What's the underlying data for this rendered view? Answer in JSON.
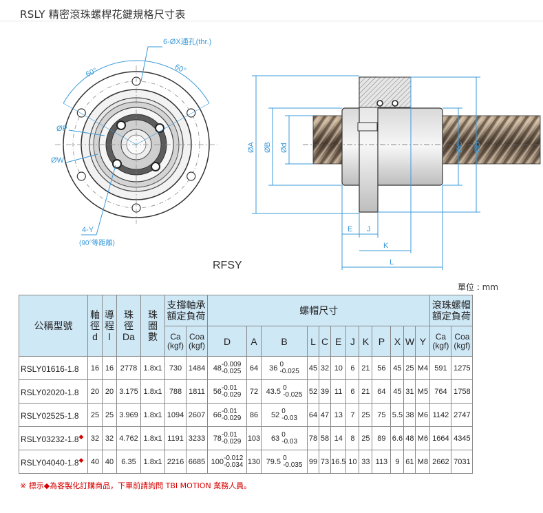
{
  "title": "RSLY 精密滾珠螺桿花鍵規格尺寸表",
  "colors": {
    "dim": "#3a9ad9",
    "header_bg": "#cfe8f6",
    "note": "#d60000"
  },
  "drawing": {
    "front_labels": {
      "holes": "6-ØX通孔(thr.)",
      "angle1": "60°",
      "angle2": "60°",
      "p": "ØP",
      "w": "ØW",
      "y": "4-Y",
      "y_note": "(90°等距離)"
    },
    "side_labels": {
      "a": "ØA",
      "b": "ØB",
      "d": "Ød",
      "c": "ØC",
      "dd": "ØD",
      "e": "E",
      "j": "J",
      "k": "K",
      "l": "L"
    },
    "caption": "RFSY"
  },
  "unit": "單位 : mm",
  "table": {
    "h": {
      "model": "公稱型號",
      "shaft": [
        "軸",
        "徑",
        "d"
      ],
      "lead": [
        "導",
        "程",
        "l"
      ],
      "ball": [
        "珠",
        "徑",
        "Da"
      ],
      "circuits": [
        "珠",
        "圈",
        "數"
      ],
      "support": [
        "支撐軸承",
        "額定負荷"
      ],
      "nut": "螺帽尺寸",
      "ballnut": [
        "滾珠螺帽",
        "額定負荷"
      ],
      "ca": [
        "Ca",
        "(kgf)"
      ],
      "coa": [
        "Coa",
        "(kgf)"
      ],
      "cols": [
        "D",
        "A",
        "B",
        "L",
        "C",
        "E",
        "J",
        "K",
        "P",
        "X",
        "W",
        "Y"
      ]
    },
    "rows": [
      {
        "model": "RSLY01616-1.8",
        "mark": "",
        "d": "16",
        "l": "16",
        "da": "2778",
        "n": "1.8x1",
        "ca": "730",
        "coa": "1484",
        "D": "48",
        "D_up": "-0.009",
        "D_lo": "-0.025",
        "A": "64",
        "B": "36",
        "B_up": "0",
        "B_lo": "-0.025",
        "L": "45",
        "C": "32",
        "E": "10",
        "J": "6",
        "K": "21",
        "P": "56",
        "X": "45",
        "W": "25",
        "Y": "M4",
        "ca2": "591",
        "coa2": "1275"
      },
      {
        "model": "RSLY02020-1.8",
        "mark": "",
        "d": "20",
        "l": "20",
        "da": "3.175",
        "n": "1.8x1",
        "ca": "788",
        "coa": "1811",
        "D": "56",
        "D_up": "-0.01",
        "D_lo": "-0.029",
        "A": "72",
        "B": "43.5",
        "B_up": "0",
        "B_lo": "-0.025",
        "L": "52",
        "C": "39",
        "E": "11",
        "J": "6",
        "K": "21",
        "P": "64",
        "X": "45",
        "W": "31",
        "Y": "M5",
        "ca2": "764",
        "coa2": "1758"
      },
      {
        "model": "RSLY02525-1.8",
        "mark": "",
        "d": "25",
        "l": "25",
        "da": "3.969",
        "n": "1.8x1",
        "ca": "1094",
        "coa": "2607",
        "D": "66",
        "D_up": "-0.01",
        "D_lo": "-0.029",
        "A": "86",
        "B": "52",
        "B_up": "0",
        "B_lo": "-0.03",
        "L": "64",
        "C": "47",
        "E": "13",
        "J": "7",
        "K": "25",
        "P": "75",
        "X": "5.5",
        "W": "38",
        "Y": "M6",
        "ca2": "1142",
        "coa2": "2747"
      },
      {
        "model": "RSLY03232-1.8",
        "mark": "◆",
        "d": "32",
        "l": "32",
        "da": "4.762",
        "n": "1.8x1",
        "ca": "1191",
        "coa": "3233",
        "D": "78",
        "D_up": "-0.01",
        "D_lo": "-0.029",
        "A": "103",
        "B": "63",
        "B_up": "0",
        "B_lo": "-0.03",
        "L": "78",
        "C": "58",
        "E": "14",
        "J": "8",
        "K": "25",
        "P": "89",
        "X": "6.6",
        "W": "48",
        "Y": "M6",
        "ca2": "1664",
        "coa2": "4345"
      },
      {
        "model": "RSLY04040-1.8",
        "mark": "◆",
        "d": "40",
        "l": "40",
        "da": "6.35",
        "n": "1.8x1",
        "ca": "2216",
        "coa": "6685",
        "D": "100",
        "D_up": "-0.012",
        "D_lo": "-0.034",
        "A": "130",
        "B": "79.5",
        "B_up": "0",
        "B_lo": "-0.035",
        "L": "99",
        "C": "73",
        "E": "16.5",
        "J": "10",
        "K": "33",
        "P": "113",
        "X": "9",
        "W": "61",
        "Y": "M8",
        "ca2": "2662",
        "coa2": "7031"
      }
    ]
  },
  "note": "※ 標示◆為客製化訂購商品，下單前請詢問 TBI MOTION 業務人員。"
}
